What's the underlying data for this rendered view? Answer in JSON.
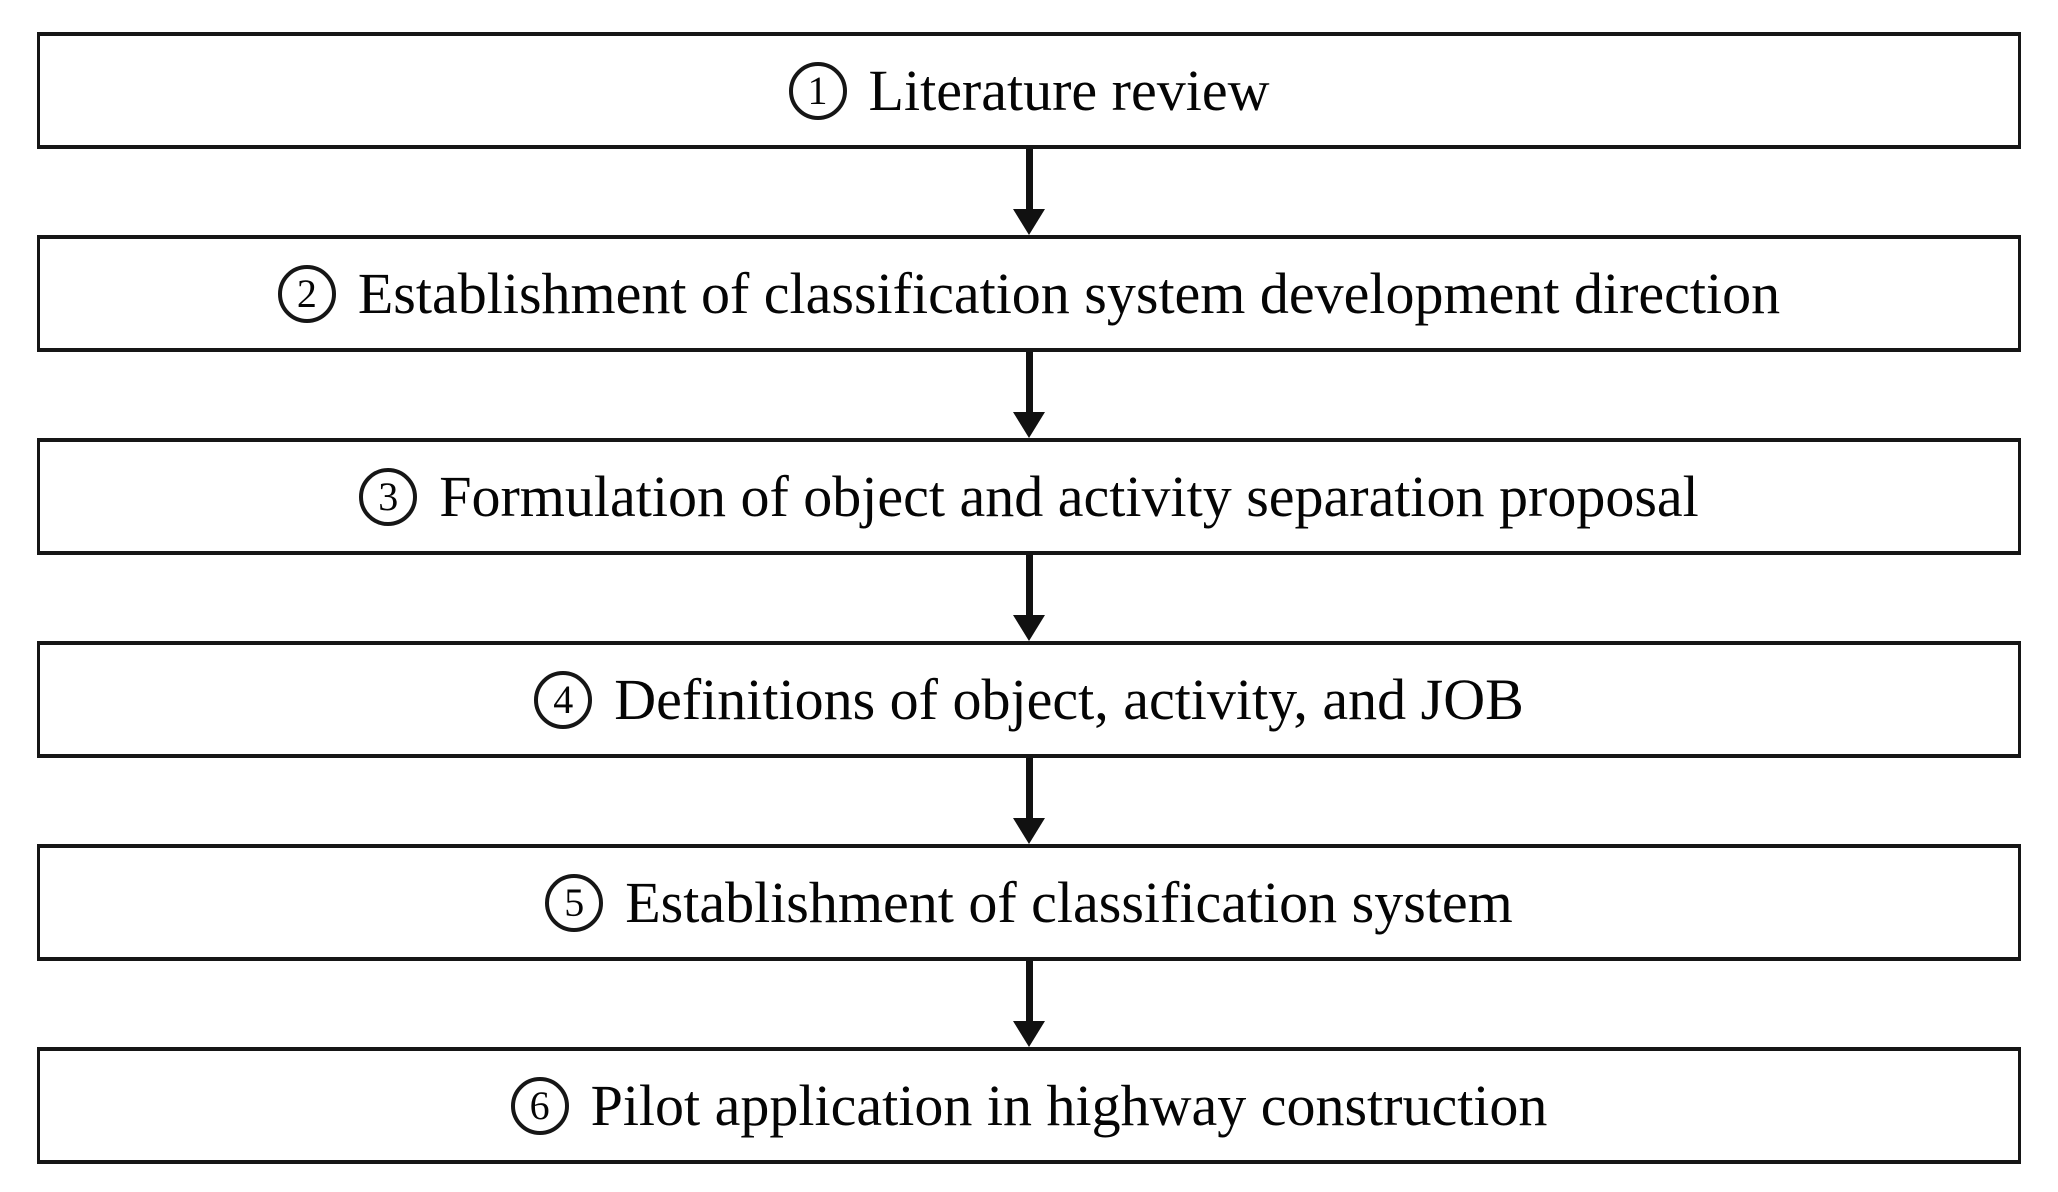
{
  "figure": {
    "background_color": "#ffffff",
    "line_color": "#161616",
    "text_color": "#050505"
  },
  "steps": [
    {
      "num": "1",
      "label": "Literature review"
    },
    {
      "num": "2",
      "label": "Establishment of classification system development direction"
    },
    {
      "num": "3",
      "label": "Formulation of object and activity separation proposal"
    },
    {
      "num": "4",
      "label": "Definitions of object, activity, and JOB"
    },
    {
      "num": "5",
      "label": "Establishment of classification system"
    },
    {
      "num": "6",
      "label": "Pilot application in highway construction"
    }
  ]
}
